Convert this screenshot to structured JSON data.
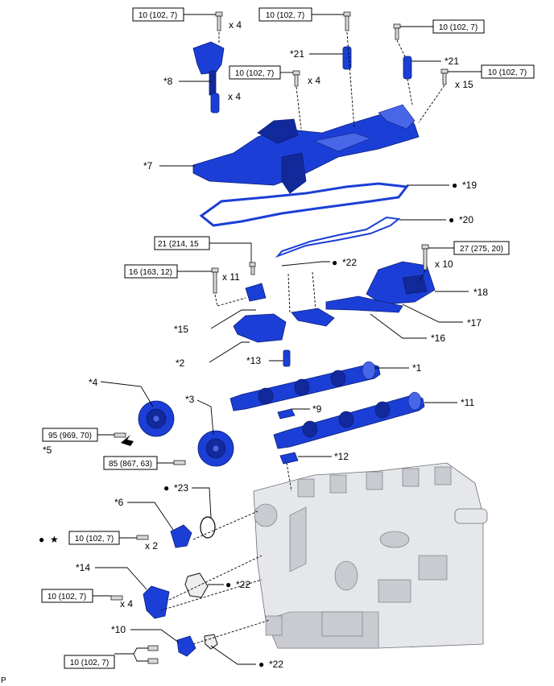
{
  "torque_specs": {
    "t1": "10 (102, 7)",
    "t2": "10 (102, 7)",
    "t3": "10 (102, 7)",
    "t4": "10 (102, 7)",
    "t5": "10 (102, 7)",
    "t6": "21 (214, 15",
    "t7": "16 (163, 12)",
    "t8": "27 (275, 20)",
    "t9": "95 (969, 70)",
    "t10": "85 (867, 63)",
    "t11": "10 (102, 7)",
    "t12": "10 (102, 7)",
    "t13": "10 (102, 7)"
  },
  "quantities": {
    "q1": "x 4",
    "q2": "x 4",
    "q3": "x 4",
    "q4": "x 15",
    "q5": "x 11",
    "q6": "x 10",
    "q7": "x 2",
    "q8": "x 4"
  },
  "callouts": {
    "c8": "*8",
    "c7": "*7",
    "c21a": "*21",
    "c21b": "*21",
    "c19": "*19",
    "c20": "*20",
    "c22a": "*22",
    "c18": "*18",
    "c17": "*17",
    "c16": "*16",
    "c15": "*15",
    "c2": "*2",
    "c13": "*13",
    "c1": "*1",
    "c4": "*4",
    "c3": "*3",
    "c11": "*11",
    "c9": "*9",
    "c5": "*5",
    "c12": "*12",
    "c23": "*23",
    "c6": "*6",
    "c14": "*14",
    "c22b": "*22",
    "c10": "*10",
    "c22c": "*22"
  },
  "symbols": {
    "dot": "●",
    "star": "★"
  },
  "corner_label": "P",
  "colors": {
    "part_blue": "#1b3fd6",
    "engine_grey": "#e6e7ea"
  }
}
